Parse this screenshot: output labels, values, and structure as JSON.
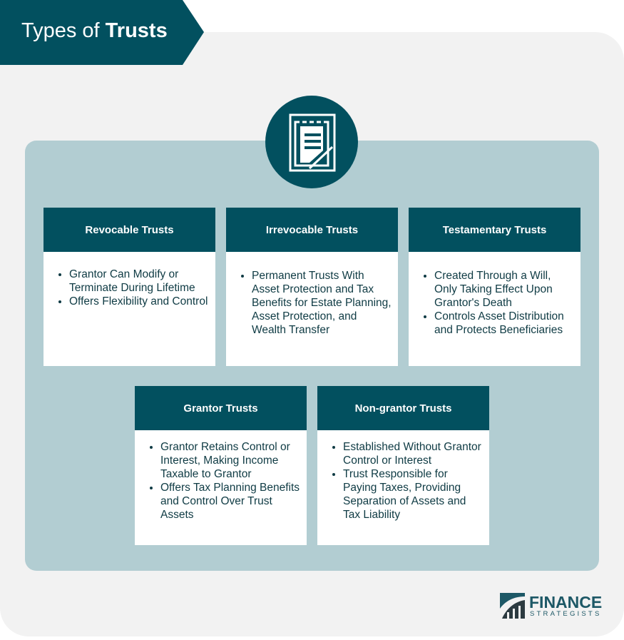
{
  "title": {
    "light": "Types of ",
    "bold": "Trusts"
  },
  "cards": [
    {
      "title": "Revocable Trusts",
      "points": [
        "Grantor Can Modify or Terminate During Lifetime",
        "Offers Flexibility and Control"
      ]
    },
    {
      "title": "Irrevocable Trusts",
      "points": [
        "Permanent Trusts With Asset Protection and Tax Benefits for Estate Planning, Asset Protection, and Wealth Transfer"
      ]
    },
    {
      "title": "Testamentary Trusts",
      "points": [
        "Created Through a Will, Only Taking Effect Upon Grantor's Death",
        "Controls Asset Distribution and Protects Beneficiaries"
      ]
    },
    {
      "title": "Grantor Trusts",
      "points": [
        "Grantor Retains Control or Interest, Making Income Taxable to Grantor",
        "Offers Tax Planning Benefits and Control Over Trust Assets"
      ]
    },
    {
      "title": "Non-grantor Trusts",
      "points": [
        "Established Without Grantor Control or Interest",
        "Trust Responsible for Paying Taxes, Providing Separation of Assets and Tax Liability"
      ]
    }
  ],
  "logo": {
    "line1": "FINANCE",
    "line2": "STRATEGISTS"
  },
  "colors": {
    "primary": "#02505f",
    "panel": "#b2cdd2",
    "background": "#f2f2f2"
  }
}
